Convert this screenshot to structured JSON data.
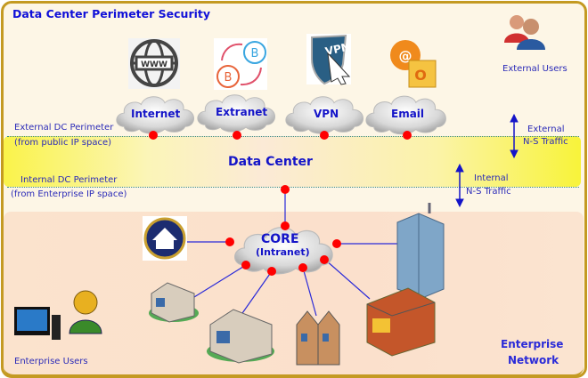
{
  "title": "Data Center  Perimeter Security",
  "external_users_label": "External Users",
  "enterprise_users_label": "Enterprise Users",
  "external_perimeter": {
    "line1": "External DC Perimeter",
    "line2": "(from public IP space)"
  },
  "internal_perimeter": {
    "line1": "Internal DC Perimeter",
    "line2": "(from Enterprise IP space)"
  },
  "data_center_label": "Data Center",
  "external_traffic": {
    "line1": "External",
    "line2": "N-S Traffic"
  },
  "internal_traffic": {
    "line1": "Internal",
    "line2": "N-S Traffic"
  },
  "clouds": [
    {
      "label": "Internet",
      "icon": "www-globe-icon"
    },
    {
      "label": "Extranet",
      "icon": "b2b-exchange-icon"
    },
    {
      "label": "VPN",
      "icon": "vpn-shield-icon"
    },
    {
      "label": "Email",
      "icon": "email-outlook-icon"
    }
  ],
  "core": {
    "line1": "CORE",
    "line2": "(Intranet)"
  },
  "enterprise_network": {
    "line1": "Enterprise",
    "line2": "Network"
  },
  "colors": {
    "accent_text": "#1414c8",
    "border": "#c49a22",
    "connector": "#ff0000",
    "link": "#2a2ad8"
  }
}
